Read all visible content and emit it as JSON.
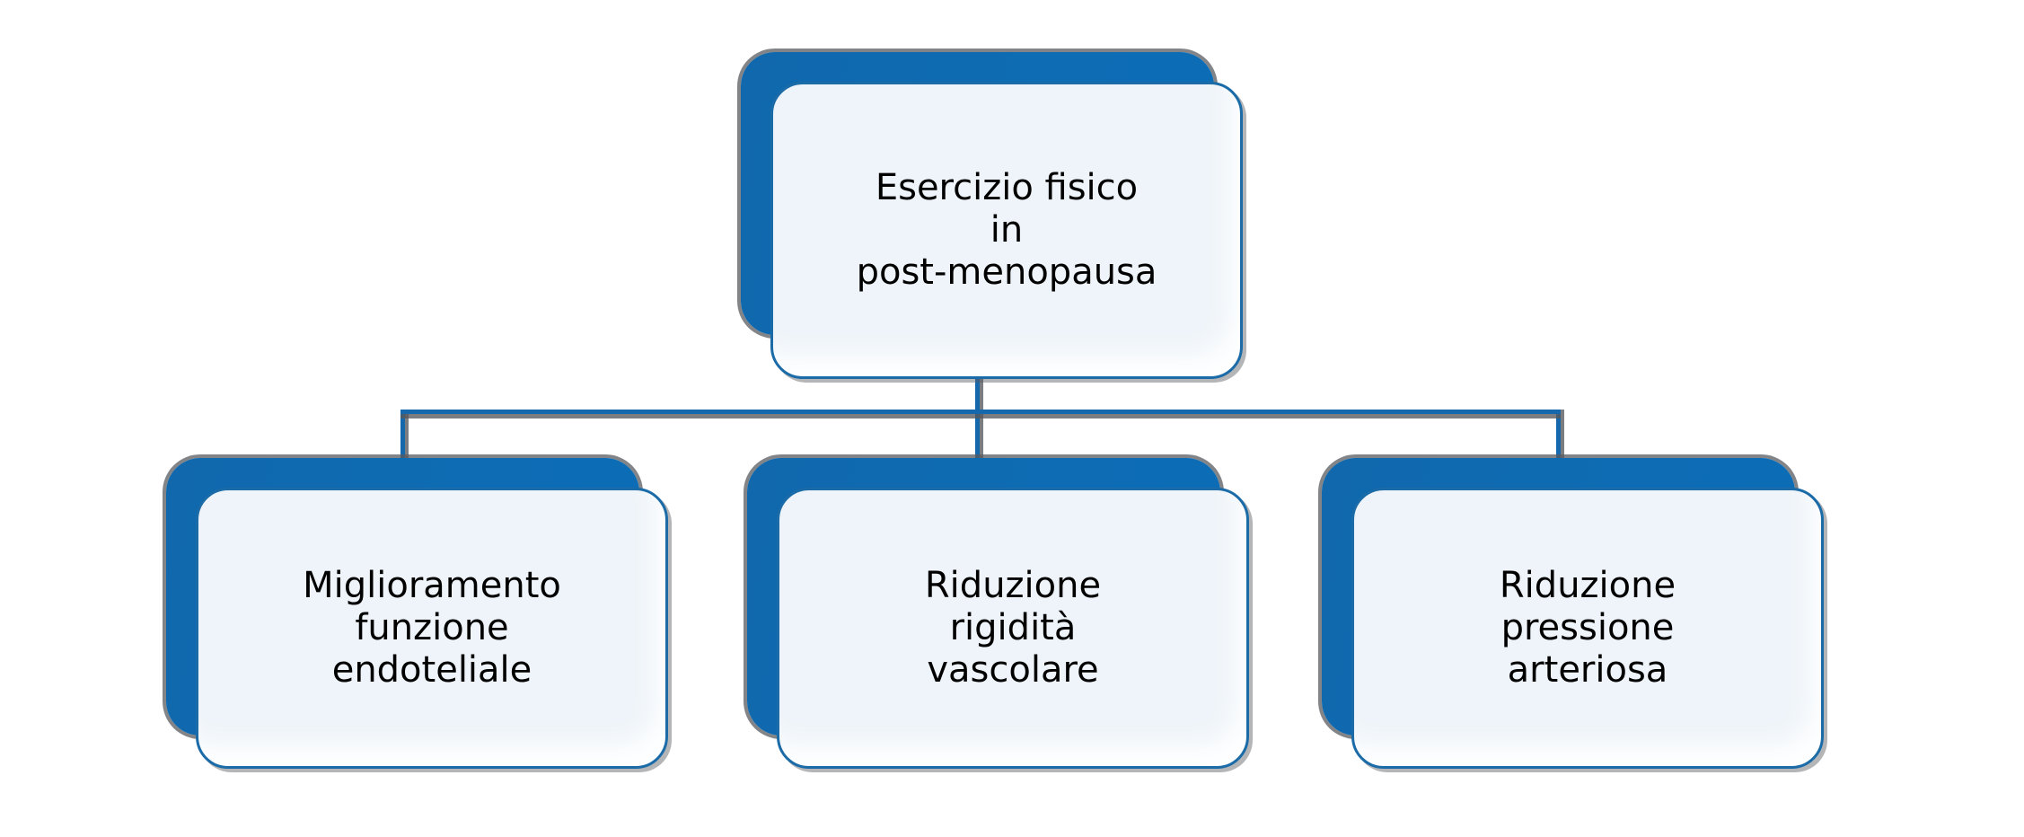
{
  "diagram": {
    "type": "hierarchy-org-chart",
    "background_color": "#ffffff",
    "shape_fill_blue": "#0d6cb4",
    "card_fill_light": "#eef4f9",
    "card_border_blue": "#1a6ba7",
    "connector_blue": "#1668ad",
    "shadow_gray": "#55585c",
    "text_color": "#000000",
    "root": {
      "id": "root",
      "label": "Esercizio fisico\nin\npost-menopausa"
    },
    "children": [
      {
        "id": "child-1",
        "label": "Miglioramento\nfunzione\nendoteliale"
      },
      {
        "id": "child-2",
        "label": "Riduzione\nrigidità\nvascolare"
      },
      {
        "id": "child-3",
        "label": "Riduzione\npressione\narteriosa"
      }
    ]
  }
}
